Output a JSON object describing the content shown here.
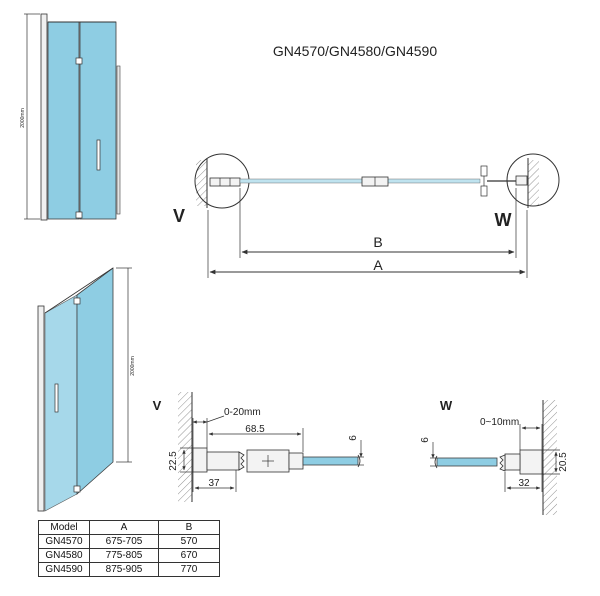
{
  "title": "GN4570/GN4580/GN4590",
  "elevation": {
    "height_label_top": "2000mm",
    "height_label_bottom": "2000mm"
  },
  "plan": {
    "label_v": "V",
    "label_w": "W",
    "dim_b": "B",
    "dim_a": "A"
  },
  "detail_v": {
    "label": "V",
    "adjust": "0-20mm",
    "width": "68.5",
    "glass": "6",
    "height": "22.5",
    "offset": "37"
  },
  "detail_w": {
    "label": "W",
    "adjust": "0~10mm",
    "glass": "6",
    "height": "20.5",
    "offset": "32"
  },
  "table": {
    "headers": [
      "Model",
      "A",
      "B"
    ],
    "rows": [
      [
        "GN4570",
        "675-705",
        "570"
      ],
      [
        "GN4580",
        "775-805",
        "670"
      ],
      [
        "GN4590",
        "875-905",
        "770"
      ]
    ]
  }
}
